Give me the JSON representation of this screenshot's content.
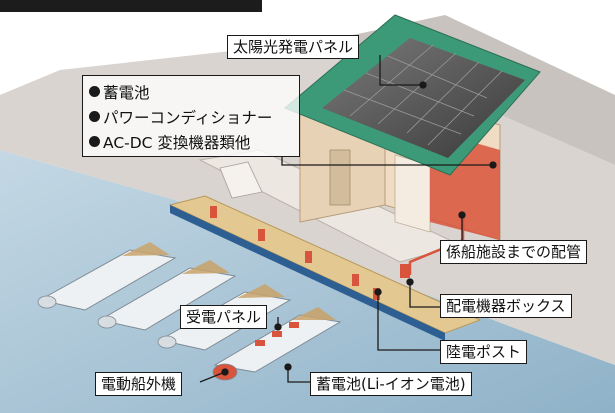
{
  "labels": {
    "solar_panel": "太陽光発電パネル",
    "equipment_list": [
      "蓄電池",
      "パワーコンディショナー",
      "AC-DC 変換機器類他"
    ],
    "piping": "係船施設までの配管",
    "distribution_box": "配電機器ボックス",
    "shore_post": "陸電ポスト",
    "receiving_panel": "受電パネル",
    "outboard_motor": "電動船外機",
    "battery_li_ion": "蓄電池(Li-イオン電池)"
  },
  "colors": {
    "sea": "#a9c6d8",
    "roof_green": "#3d9a78",
    "solar_panel": "#565656",
    "building_wall": "#e7d2b6",
    "equipment_red": "#d9543c",
    "pier": "#e3c891",
    "pier_blue": "#2e5f92",
    "boat": "#eef1f3"
  }
}
